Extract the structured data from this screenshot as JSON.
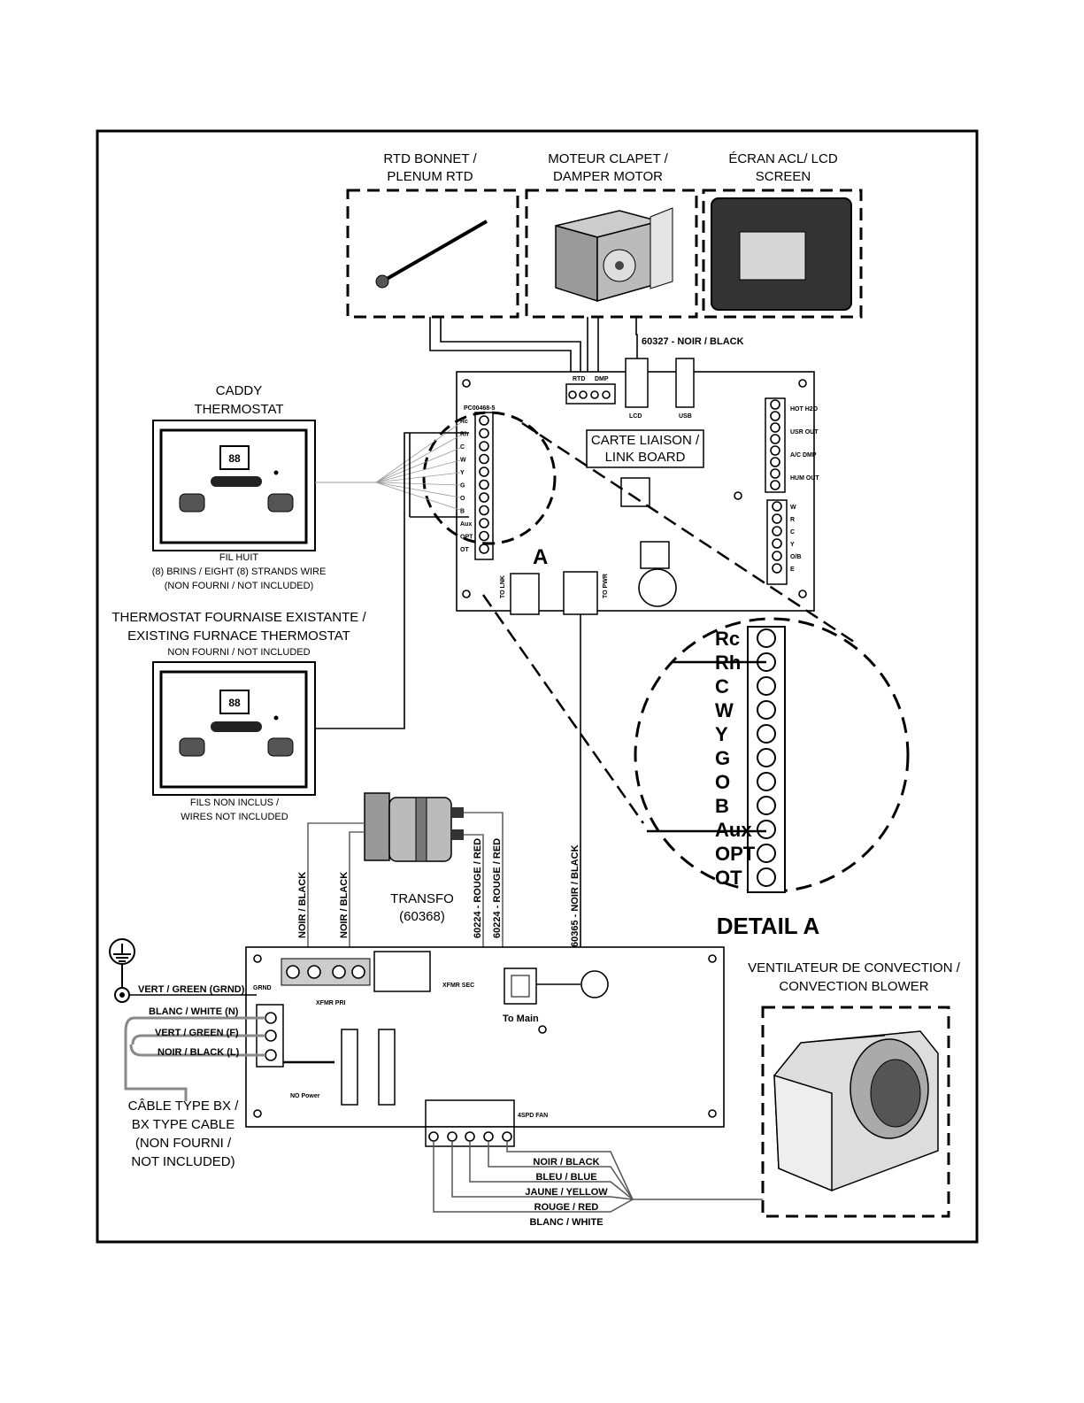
{
  "components": {
    "rtd": {
      "label_fr": "RTD BONNET /",
      "label_en": "PLENUM RTD"
    },
    "damper": {
      "label_fr": "MOTEUR CLAPET /",
      "label_en": "DAMPER MOTOR"
    },
    "lcd": {
      "label_fr": "ÉCRAN ACL/ LCD",
      "label_en": "SCREEN"
    },
    "caddy": {
      "label_line1": "CADDY",
      "label_line2": "THERMOSTAT",
      "display": "88",
      "wire_note_line1": "FIL HUIT",
      "wire_note_line2": "(8) BRINS / EIGHT (8) STRANDS WIRE",
      "wire_note_line3": "(NON FOURNI / NOT INCLUDED)"
    },
    "furnace_thermostat": {
      "label_line1": "THERMOSTAT FOURNAISE EXISTANTE /",
      "label_line2": "EXISTING FURNACE THERMOSTAT",
      "label_line3": "NON FOURNI / NOT INCLUDED",
      "display": "88",
      "wire_note_line1": "FILS NON INCLUS /",
      "wire_note_line2": "WIRES NOT INCLUDED"
    },
    "transformer": {
      "label_line1": "TRANSFO",
      "label_line2": "(60368)"
    },
    "blower": {
      "label_line1": "VENTILATEUR DE CONVECTION /",
      "label_line2": "CONVECTION BLOWER"
    },
    "bx_cable": {
      "line1": "CÂBLE TYPE BX /",
      "line2": "BX TYPE CABLE",
      "line3": "(NON FOURNI /",
      "line4": "NOT INCLUDED)"
    }
  },
  "link_board": {
    "label_line1": "CARTE LIAISON /",
    "label_line2": "LINK BOARD",
    "detail_marker": "A",
    "part_no": "PC00468-5",
    "rtd_header": "RTD",
    "dmp_header": "DMP",
    "lcd_conn": "LCD",
    "usb_conn": "USB",
    "right_terminals": [
      "HOT H2O",
      "USR OUT",
      "A/C DMP",
      "HUM OUT"
    ],
    "right_terminals_2": [
      "W",
      "R",
      "C",
      "Y",
      "O/B",
      "E"
    ],
    "bottom_conns": [
      "TO LNK",
      "TO PWR"
    ],
    "left_terminals": [
      "Rc",
      "Rh",
      "C",
      "W",
      "Y",
      "G",
      "O",
      "B",
      "Aux",
      "OPT",
      "OT"
    ]
  },
  "detail": {
    "title": "DETAIL A",
    "terminals": [
      "Rc",
      "Rh",
      "C",
      "W",
      "Y",
      "G",
      "O",
      "B",
      "Aux",
      "OPT",
      "OT"
    ]
  },
  "power_board": {
    "grnd": "GRND",
    "xfmr_pri": "XFMR PRI",
    "xfmr_sec": "XFMR SEC",
    "to_main": "To Main",
    "no_power": "NO Power",
    "spd_fan": "4SPD FAN"
  },
  "wires": {
    "lcd_cable": "60327 - NOIR / BLACK",
    "main_cable": "60365 - NOIR / BLACK",
    "xfmr_black_1": "NOIR / BLACK",
    "xfmr_black_2": "NOIR / BLACK",
    "xfmr_red_1": "60224 - ROUGE / RED",
    "xfmr_red_2": "60224 - ROUGE / RED",
    "ground": "VERT / GREEN (GRND)",
    "neutral": "BLANC / WHITE (N)",
    "green_f": "VERT / GREEN (F)",
    "line": "NOIR / BLACK (L)",
    "fan": [
      "NOIR / BLACK",
      "BLEU / BLUE",
      "JAUNE / YELLOW",
      "ROUGE / RED",
      "BLANC / WHITE"
    ]
  }
}
